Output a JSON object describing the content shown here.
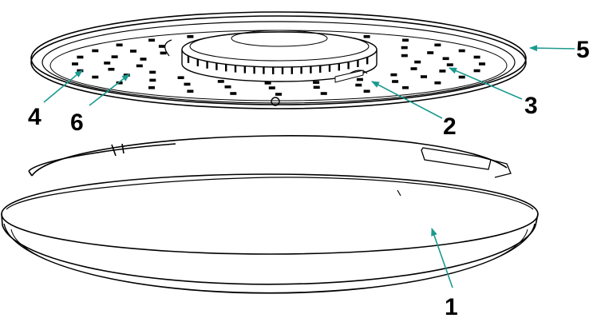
{
  "colors": {
    "line": "#000000",
    "leader": "#1a9a8f",
    "background": "#ffffff",
    "led": "#000000"
  },
  "callouts": [
    {
      "id": "1",
      "label": "1"
    },
    {
      "id": "2",
      "label": "2"
    },
    {
      "id": "3",
      "label": "3"
    },
    {
      "id": "4",
      "label": "4"
    },
    {
      "id": "5",
      "label": "5"
    },
    {
      "id": "6",
      "label": "6"
    }
  ]
}
